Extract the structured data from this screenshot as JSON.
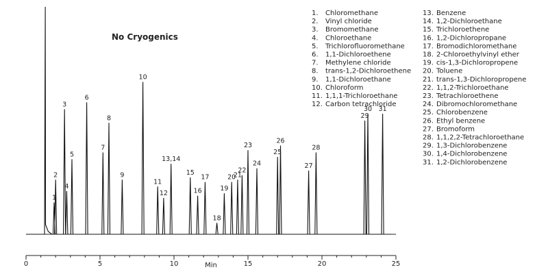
{
  "chart_data": {
    "type": "line",
    "title": "No Cryogenics",
    "xlabel": "Min",
    "ylabel": "",
    "xlim": [
      0,
      25
    ],
    "x_ticks": [
      0,
      5,
      10,
      15,
      20,
      25
    ],
    "grid": false,
    "legend_placement": "top-right",
    "solvent_peak_time": 1.3,
    "peaks": [
      {
        "label": "1",
        "x": 1.9,
        "y": 0.14
      },
      {
        "label": "2",
        "x": 2.0,
        "y": 0.24
      },
      {
        "label": "3",
        "x": 2.6,
        "y": 0.55
      },
      {
        "label": "4",
        "x": 2.75,
        "y": 0.19
      },
      {
        "label": "5",
        "x": 3.1,
        "y": 0.33
      },
      {
        "label": "6",
        "x": 4.1,
        "y": 0.58
      },
      {
        "label": "7",
        "x": 5.2,
        "y": 0.36
      },
      {
        "label": "8",
        "x": 5.6,
        "y": 0.49
      },
      {
        "label": "9",
        "x": 6.5,
        "y": 0.24
      },
      {
        "label": "10",
        "x": 7.9,
        "y": 0.67
      },
      {
        "label": "11",
        "x": 8.9,
        "y": 0.21
      },
      {
        "label": "12",
        "x": 9.3,
        "y": 0.16
      },
      {
        "label": "13,14",
        "x": 9.8,
        "y": 0.31
      },
      {
        "label": "15",
        "x": 11.1,
        "y": 0.25
      },
      {
        "label": "16",
        "x": 11.6,
        "y": 0.17
      },
      {
        "label": "17",
        "x": 12.1,
        "y": 0.23
      },
      {
        "label": "18",
        "x": 12.9,
        "y": 0.05
      },
      {
        "label": "19",
        "x": 13.4,
        "y": 0.18
      },
      {
        "label": "20",
        "x": 13.9,
        "y": 0.23
      },
      {
        "label": "21",
        "x": 14.3,
        "y": 0.24
      },
      {
        "label": "22",
        "x": 14.6,
        "y": 0.26
      },
      {
        "label": "23",
        "x": 15.0,
        "y": 0.37
      },
      {
        "label": "24",
        "x": 15.6,
        "y": 0.29
      },
      {
        "label": "25",
        "x": 17.0,
        "y": 0.34
      },
      {
        "label": "26",
        "x": 17.2,
        "y": 0.39
      },
      {
        "label": "27",
        "x": 19.1,
        "y": 0.28
      },
      {
        "label": "28",
        "x": 19.6,
        "y": 0.36
      },
      {
        "label": "29",
        "x": 22.9,
        "y": 0.5
      },
      {
        "label": "30",
        "x": 23.1,
        "y": 0.53
      },
      {
        "label": "31",
        "x": 24.1,
        "y": 0.53
      }
    ],
    "legend": [
      {
        "num": "1.",
        "name": "Chloromethane"
      },
      {
        "num": "2.",
        "name": "Vinyl chloride"
      },
      {
        "num": "3.",
        "name": "Bromomethane"
      },
      {
        "num": "4.",
        "name": "Chloroethane"
      },
      {
        "num": "5.",
        "name": "Trichlorofluoromethane"
      },
      {
        "num": "6.",
        "name": "1,1-Dichloroethene"
      },
      {
        "num": "7.",
        "name": "Methylene chloride"
      },
      {
        "num": "8.",
        "name": "trans-1,2-Dichloroethene"
      },
      {
        "num": "9.",
        "name": "1,1-Dichloroethane"
      },
      {
        "num": "10.",
        "name": "Chloroform"
      },
      {
        "num": "11.",
        "name": "1,1,1-Trichloroethane"
      },
      {
        "num": "12.",
        "name": "Carbon tetrachloride"
      },
      {
        "num": "13.",
        "name": "Benzene"
      },
      {
        "num": "14.",
        "name": "1,2-Dichloroethane"
      },
      {
        "num": "15.",
        "name": "Trichloroethene"
      },
      {
        "num": "16.",
        "name": "1,2-Dichloropropane"
      },
      {
        "num": "17.",
        "name": "Bromodichloromethane"
      },
      {
        "num": "18.",
        "name": "2-Chloroethylvinyl ether"
      },
      {
        "num": "19.",
        "name": "cis-1,3-Dichloropropene"
      },
      {
        "num": "20.",
        "name": "Toluene"
      },
      {
        "num": "21.",
        "name": "trans-1,3-Dichloropropene"
      },
      {
        "num": "22.",
        "name": "1,1,2-Trichloroethane"
      },
      {
        "num": "23.",
        "name": "Tetrachloroethene"
      },
      {
        "num": "24.",
        "name": "Dibromochloromethane"
      },
      {
        "num": "25.",
        "name": "Chlorobenzene"
      },
      {
        "num": "26.",
        "name": "Ethyl benzene"
      },
      {
        "num": "27.",
        "name": "Bromoform"
      },
      {
        "num": "28.",
        "name": "1,1,2,2-Tetrachloroethane"
      },
      {
        "num": "29.",
        "name": "1,3-Dichlorobenzene"
      },
      {
        "num": "30.",
        "name": "1,4-Dichlorobenzene"
      },
      {
        "num": "31.",
        "name": "1,2-Dichlorobenzene"
      }
    ]
  }
}
